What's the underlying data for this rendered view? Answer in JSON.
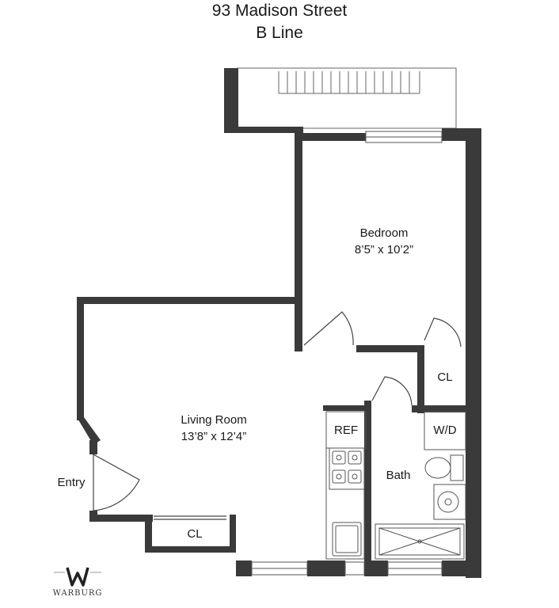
{
  "header": {
    "address": "93 Madison Street",
    "line": "B Line"
  },
  "rooms": {
    "bedroom": {
      "name": "Bedroom",
      "dims": "8’5” x 10’2”"
    },
    "living": {
      "name": "Living Room",
      "dims": "13’8” x 12’4”"
    },
    "bath": {
      "name": "Bath"
    },
    "entry": {
      "name": "Entry"
    },
    "closet_bedroom": {
      "name": "CL"
    },
    "closet_living": {
      "name": "CL"
    },
    "ref": {
      "name": "REF"
    },
    "wd": {
      "name": "W/D"
    }
  },
  "logo": {
    "brand": "WARBURG",
    "icon": "warburg-w-monogram-icon"
  },
  "colors": {
    "wall": "#3a3a3a",
    "line": "#555555",
    "background": "#ffffff"
  }
}
